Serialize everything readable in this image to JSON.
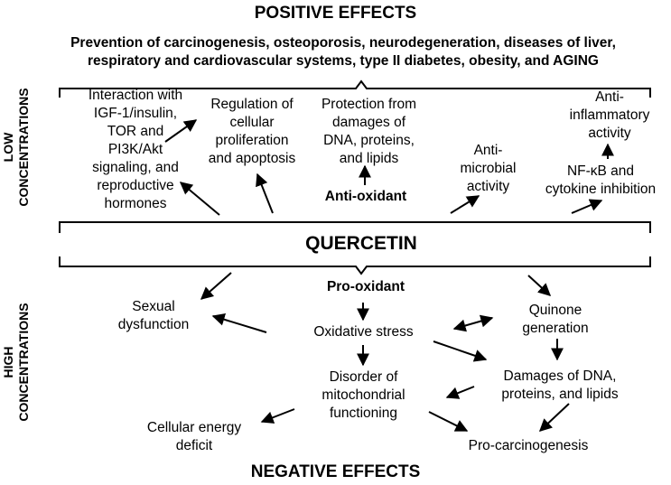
{
  "positive_title": "POSITIVE EFFECTS",
  "negative_title": "NEGATIVE EFFECTS",
  "prevention_text": "Prevention of carcinogenesis, osteoporosis, neurodegeneration, diseases of liver,\nrespiratory and cardiovascular systems, type II diabetes, obesity, and AGING",
  "side_low": "LOW\nCONCENTRATIONS",
  "side_high": "HIGH\nCONCENTRATIONS",
  "center_label": "QUERCETIN",
  "anti_oxidant": "Anti-oxidant",
  "pro_oxidant": "Pro-oxidant",
  "positive_nodes": {
    "igf": "Interaction with\nIGF-1/insulin,\nTOR and\nPI3K/Akt\nsignaling, and\nreproductive\nhormones",
    "proliferation": "Regulation of\ncellular\nproliferation\nand apoptosis",
    "protection": "Protection from\ndamages of\nDNA, proteins,\nand lipids",
    "antimicrobial": "Anti-\nmicrobial\nactivity",
    "antiinflammatory": "Anti-\ninflammatory\nactivity",
    "nfkb": "NF-κB and\ncytokine inhibition"
  },
  "negative_nodes": {
    "sexual": "Sexual\ndysfunction",
    "oxidative": "Oxidative stress",
    "quinone": "Quinone\ngeneration",
    "mito": "Disorder of\nmitochondrial\nfunctioning",
    "damages": "Damages of DNA,\nproteins, and lipids",
    "energy": "Cellular energy\ndeficit",
    "procarc": "Pro-carcinogenesis"
  }
}
